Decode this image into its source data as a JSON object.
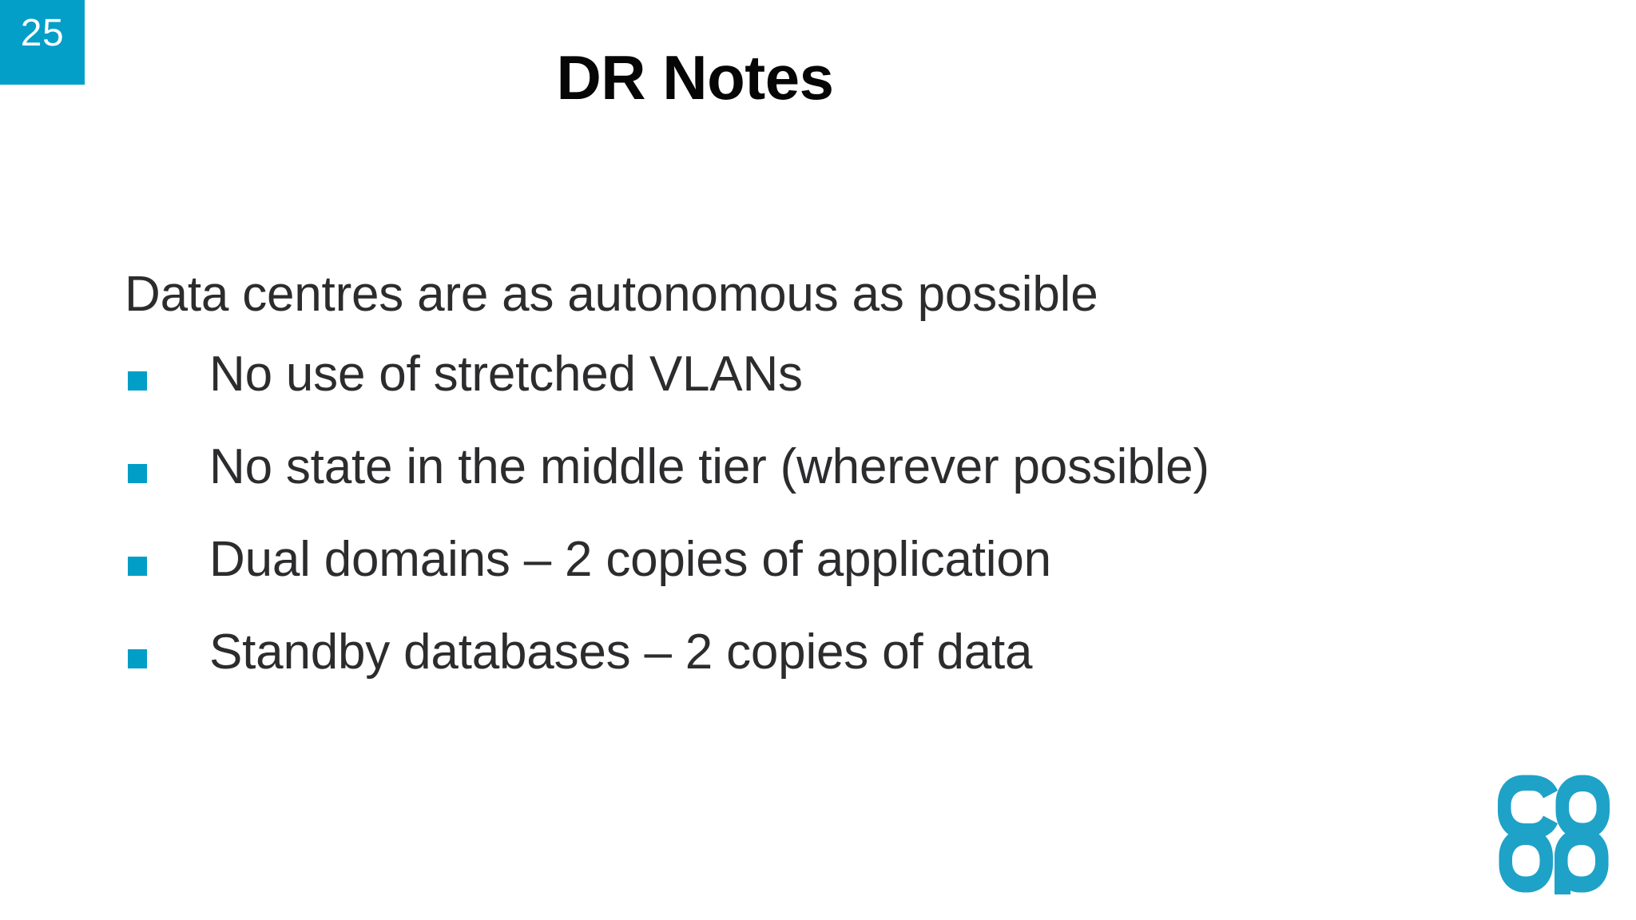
{
  "slide": {
    "number": "25",
    "title": "DR Notes",
    "background_color": "#ffffff",
    "accent_color": "#039fc9",
    "body_text_color": "#2c2c2e",
    "title_color": "#060606"
  },
  "body": {
    "lead_line": "Data centres are as autonomous as possible",
    "bullets": [
      {
        "text": "No use of stretched VLANs"
      },
      {
        "text": "No state in the middle tier (wherever possible)"
      },
      {
        "text": "Dual domains – 2 copies of application"
      },
      {
        "text": "Standby databases – 2 copies of data"
      }
    ],
    "bullet_marker_color": "#019ec7"
  },
  "logo": {
    "name": "coop-logo",
    "line1": "co",
    "line2": "op",
    "color": "#1ea2c8"
  }
}
